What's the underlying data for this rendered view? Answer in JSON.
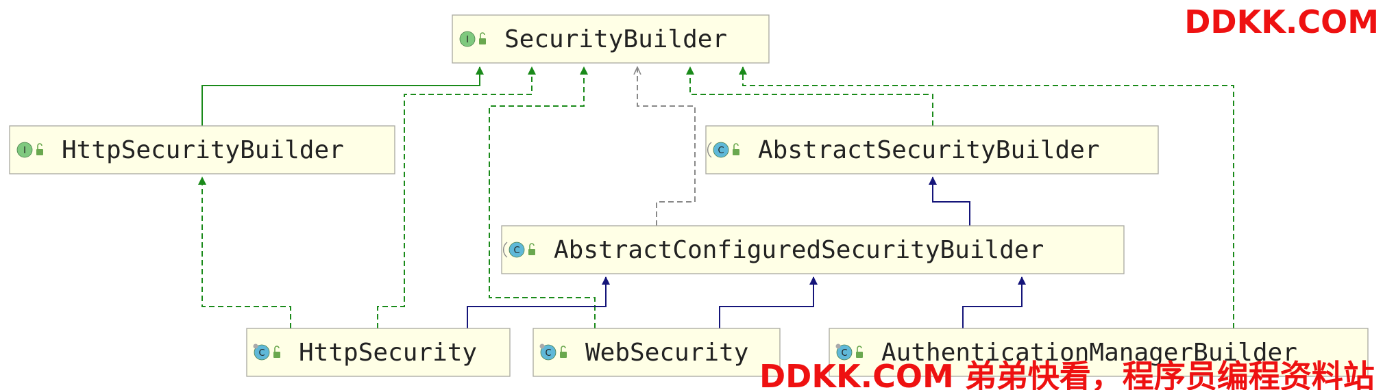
{
  "diagram": {
    "title": "",
    "nodes": [
      {
        "id": "SecurityBuilder",
        "kind": "interface",
        "badge": "I",
        "label": "SecurityBuilder"
      },
      {
        "id": "HttpSecurityBuilder",
        "kind": "interface",
        "badge": "I",
        "label": "HttpSecurityBuilder"
      },
      {
        "id": "AbstractSecurityBuilder",
        "kind": "abstract-class",
        "badge": "C",
        "label": "AbstractSecurityBuilder"
      },
      {
        "id": "AbstractConfiguredSecurityBuilder",
        "kind": "abstract-class",
        "badge": "C",
        "label": "AbstractConfiguredSecurityBuilder"
      },
      {
        "id": "HttpSecurity",
        "kind": "class",
        "badge": "C",
        "label": "HttpSecurity"
      },
      {
        "id": "WebSecurity",
        "kind": "class",
        "badge": "C",
        "label": "WebSecurity"
      },
      {
        "id": "AuthenticationManagerBuilder",
        "kind": "class",
        "badge": "C",
        "label": "AuthenticationManagerBuilder"
      }
    ],
    "edges": [
      {
        "from": "HttpSecurityBuilder",
        "to": "SecurityBuilder",
        "type": "interface-extends"
      },
      {
        "from": "HttpSecurity",
        "to": "SecurityBuilder",
        "type": "implements"
      },
      {
        "from": "WebSecurity",
        "to": "SecurityBuilder",
        "type": "implements"
      },
      {
        "from": "AbstractConfiguredSecurityBuilder",
        "to": "SecurityBuilder",
        "type": "dependency"
      },
      {
        "from": "AbstractSecurityBuilder",
        "to": "SecurityBuilder",
        "type": "implements"
      },
      {
        "from": "AuthenticationManagerBuilder",
        "to": "SecurityBuilder",
        "type": "implements"
      },
      {
        "from": "HttpSecurity",
        "to": "HttpSecurityBuilder",
        "type": "implements"
      },
      {
        "from": "AbstractConfiguredSecurityBuilder",
        "to": "AbstractSecurityBuilder",
        "type": "extends"
      },
      {
        "from": "HttpSecurity",
        "to": "AbstractConfiguredSecurityBuilder",
        "type": "extends"
      },
      {
        "from": "WebSecurity",
        "to": "AbstractConfiguredSecurityBuilder",
        "type": "extends"
      },
      {
        "from": "AuthenticationManagerBuilder",
        "to": "AbstractConfiguredSecurityBuilder",
        "type": "extends"
      }
    ],
    "colors": {
      "implements": "#1a8a1a",
      "extends": "#15157a",
      "dependency": "#888888",
      "interface_badge": "#7fc97f",
      "class_badge": "#5fb8d8",
      "lock_icon": "#6aa84f",
      "node_fill": "#ffffe6"
    },
    "icons": {
      "interface": "interface-badge-icon",
      "class": "class-badge-icon",
      "visibility": "public-lock-icon"
    }
  },
  "watermarks": {
    "top": "DDKK.COM",
    "bottom": "DDKK.COM 弟弟快看，程序员编程资料站"
  }
}
